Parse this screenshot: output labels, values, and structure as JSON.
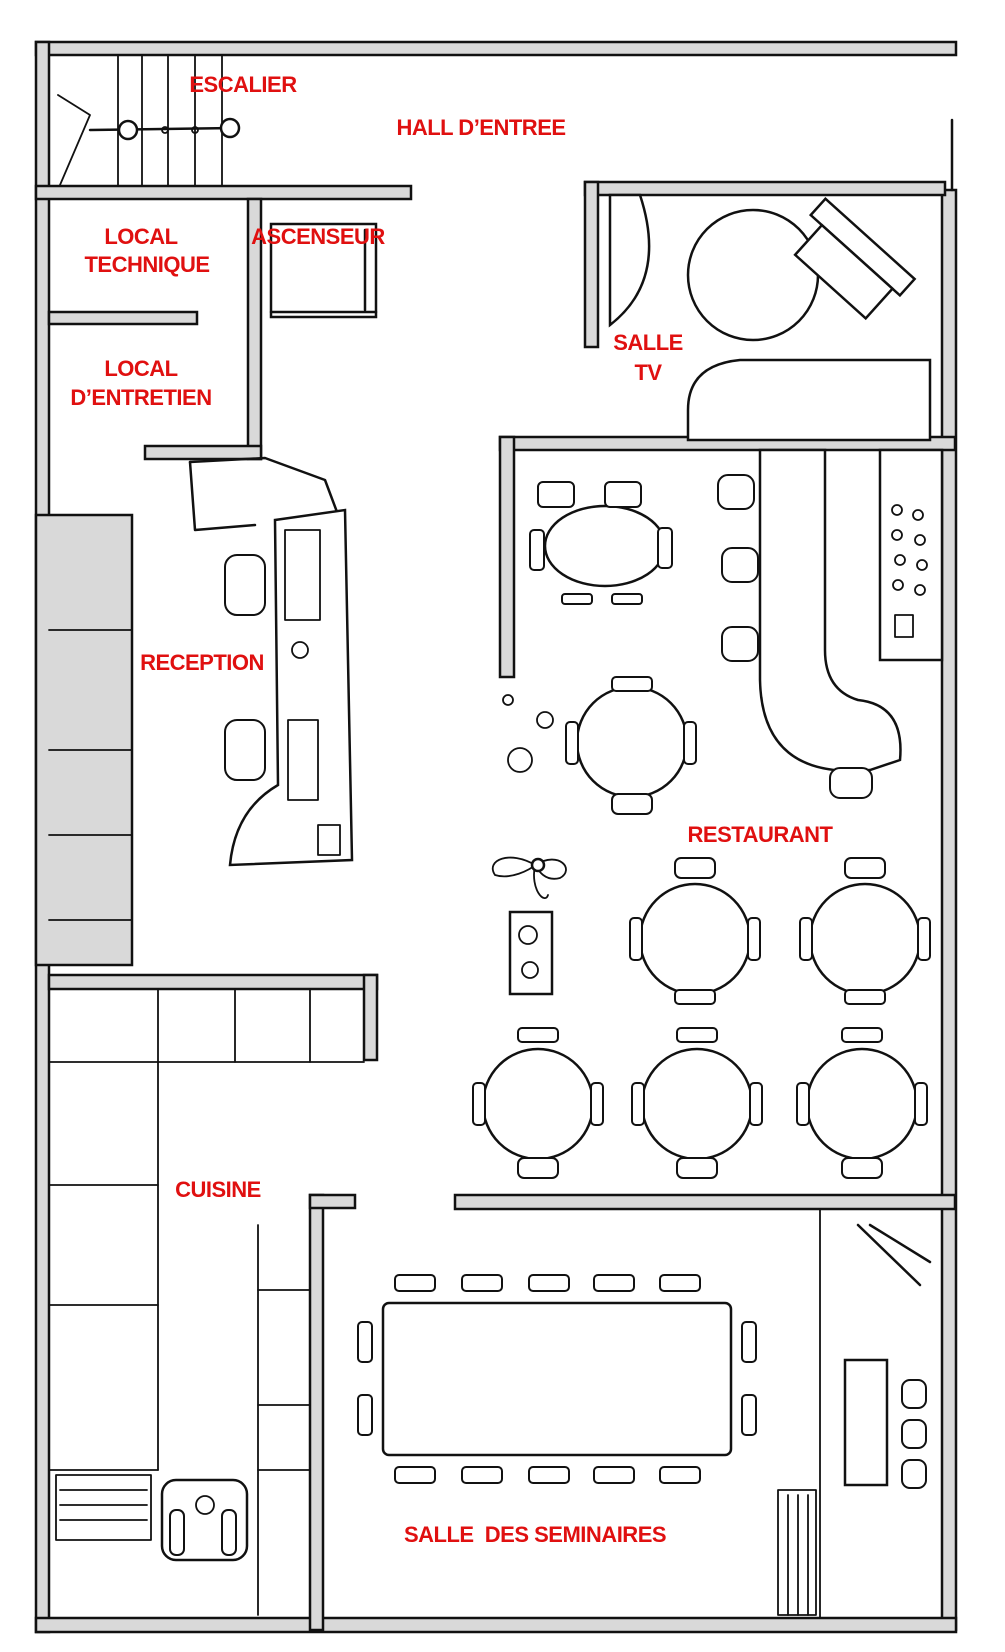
{
  "rooms": {
    "escalier": "ESCALIER",
    "hall_entree": "HALL D’ENTREE",
    "local_technique_1": "LOCAL",
    "local_technique_2": "TECHNIQUE",
    "ascenseur": "ASCENSEUR",
    "local_entretien_1": "LOCAL",
    "local_entretien_2": "D’ENTRETIEN",
    "salle_tv_1": "SALLE",
    "salle_tv_2": "TV",
    "reception": "RECEPTION",
    "restaurant": "RESTAURANT",
    "cuisine": "CUISINE",
    "salle_seminaires": "SALLE  DES SEMINAIRES"
  },
  "colors": {
    "label": "#e01010",
    "ink": "#111111",
    "wall_fill": "#d9d9d9",
    "background": "#ffffff"
  }
}
